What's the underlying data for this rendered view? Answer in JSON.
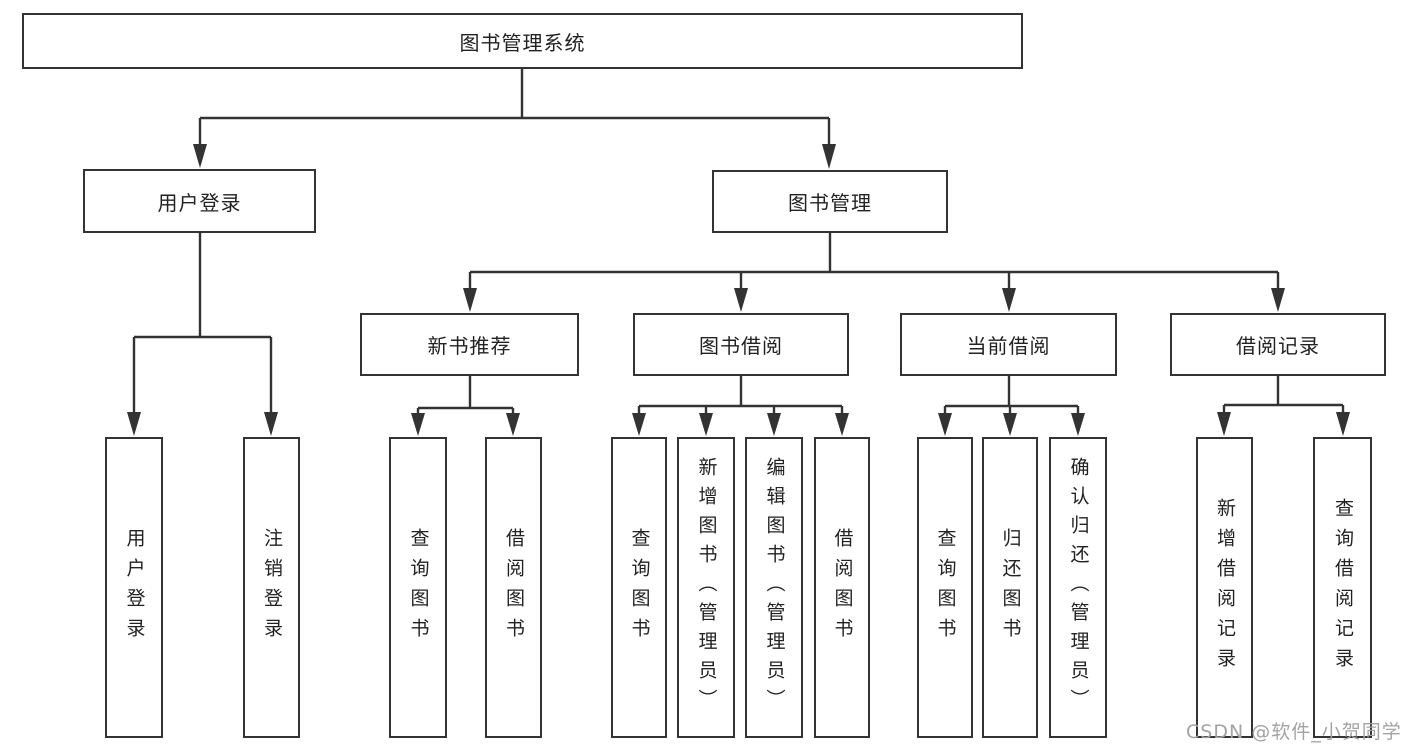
{
  "diagram": {
    "kind": "hierarchy-tree",
    "tree": {
      "label": "图书管理系统",
      "children": [
        {
          "label": "用户登录",
          "children": [
            {
              "label": "用户登录"
            },
            {
              "label": "注销登录"
            }
          ]
        },
        {
          "label": "图书管理",
          "children": [
            {
              "label": "新书推荐",
              "children": [
                {
                  "label": "查询图书"
                },
                {
                  "label": "借阅图书"
                }
              ]
            },
            {
              "label": "图书借阅",
              "children": [
                {
                  "label": "查询图书"
                },
                {
                  "label": "新增图书（管理员）"
                },
                {
                  "label": "编辑图书（管理员）"
                },
                {
                  "label": "借阅图书"
                }
              ]
            },
            {
              "label": "当前借阅",
              "children": [
                {
                  "label": "查询图书"
                },
                {
                  "label": "归还图书"
                },
                {
                  "label": "确认归还（管理员）"
                }
              ]
            },
            {
              "label": "借阅记录",
              "children": [
                {
                  "label": "新增借阅记录"
                },
                {
                  "label": "查询借阅记录"
                }
              ]
            }
          ]
        }
      ]
    }
  },
  "watermark": {
    "text": "CSDN @软件_小贺同学"
  },
  "colors": {
    "line": "#333333",
    "box_border": "#333333",
    "box_fill": "#ffffff",
    "text": "#222222",
    "watermark": "#a3a3a3"
  }
}
